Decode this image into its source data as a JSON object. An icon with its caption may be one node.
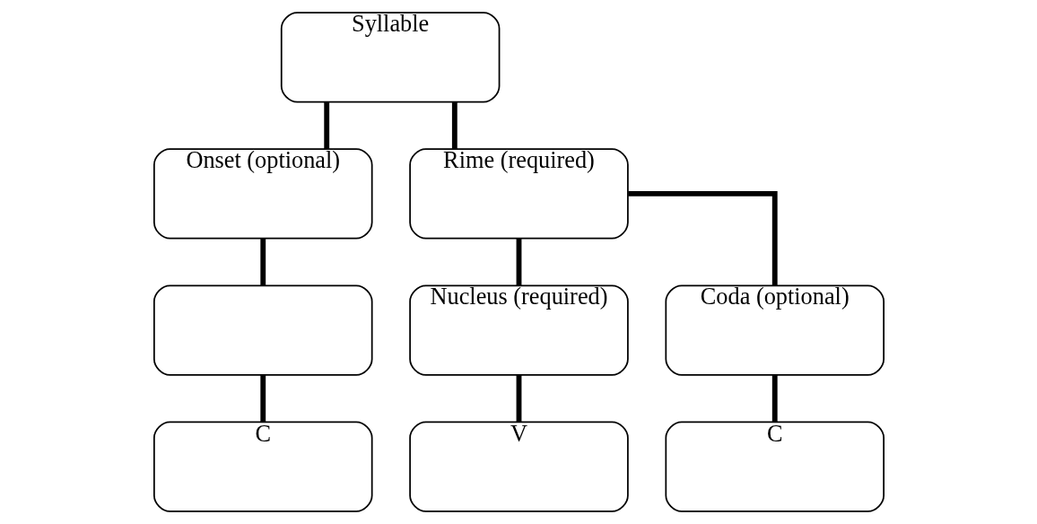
{
  "diagram": {
    "nodes": [
      {
        "text": [
          "Syllable"
        ]
      },
      {
        "text": [
          "Onset (optional)"
        ]
      },
      {
        "text": [
          "Rime (required)"
        ]
      },
      {
        "text": [],
        "shape": "box"
      },
      {
        "text": [
          "Nucleus (required)"
        ]
      },
      {
        "text": [
          "Coda (optional)"
        ]
      },
      {
        "text": [
          "C"
        ]
      },
      {
        "text": [
          "V"
        ]
      },
      {
        "text": [
          "C"
        ]
      }
    ],
    "edges": [
      {
        "from": 0,
        "to": 1,
        "arrow": "none"
      },
      {
        "from": 0,
        "to": 2,
        "arrow": "none"
      },
      {
        "from": 1,
        "to": 3,
        "arrow": "none"
      },
      {
        "from": 2,
        "to": 4,
        "arrow": "none"
      },
      {
        "from": 2,
        "to": 5,
        "arrow": "none"
      },
      {
        "from": 3,
        "to": 6,
        "arrow": "none"
      },
      {
        "from": 4,
        "to": 7,
        "arrow": "none"
      },
      {
        "from": 5,
        "to": 8,
        "arrow": "none"
      }
    ]
  }
}
